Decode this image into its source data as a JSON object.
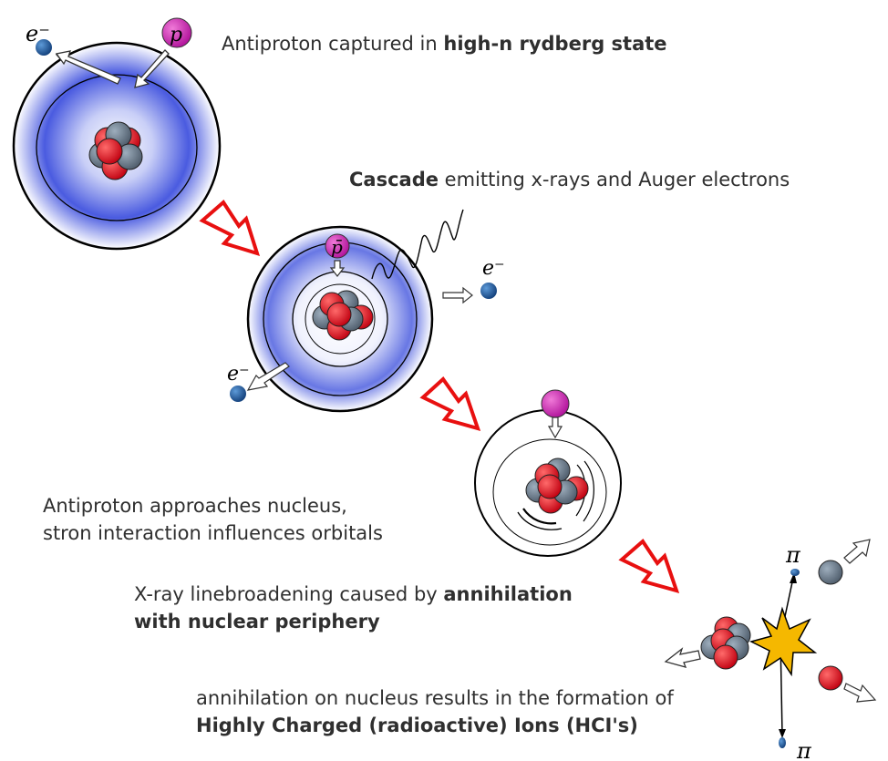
{
  "captions": {
    "step1": {
      "text": "Antiproton captured in ",
      "bold": "high-n rydberg state"
    },
    "step2": {
      "bold": "Cascade",
      "text": " emitting x-rays and Auger electrons"
    },
    "step3": {
      "line1": "Antiproton approaches nucleus,",
      "line2": "stron interaction influences orbitals"
    },
    "step4": {
      "text": "X-ray linebroadening caused by ",
      "bold1": "annihilation",
      "bold2": "with nuclear periphery"
    },
    "step5": {
      "line1": "annihilation on nucleus results in the formation of",
      "bold": "Highly Charged (radioactive) Ions (HCI's)"
    }
  },
  "symbols": {
    "electron": "e⁻",
    "proton": "p",
    "antiproton": "p̄",
    "pion": "π"
  },
  "colors": {
    "proton": "#e8141c",
    "neutron": "#6b7b8c",
    "antiproton": "#d62fb8",
    "electron": "#1f5aa6",
    "cloud": "#3a4fd6",
    "step_arrow": "#e81010",
    "star": "#f5b800"
  }
}
